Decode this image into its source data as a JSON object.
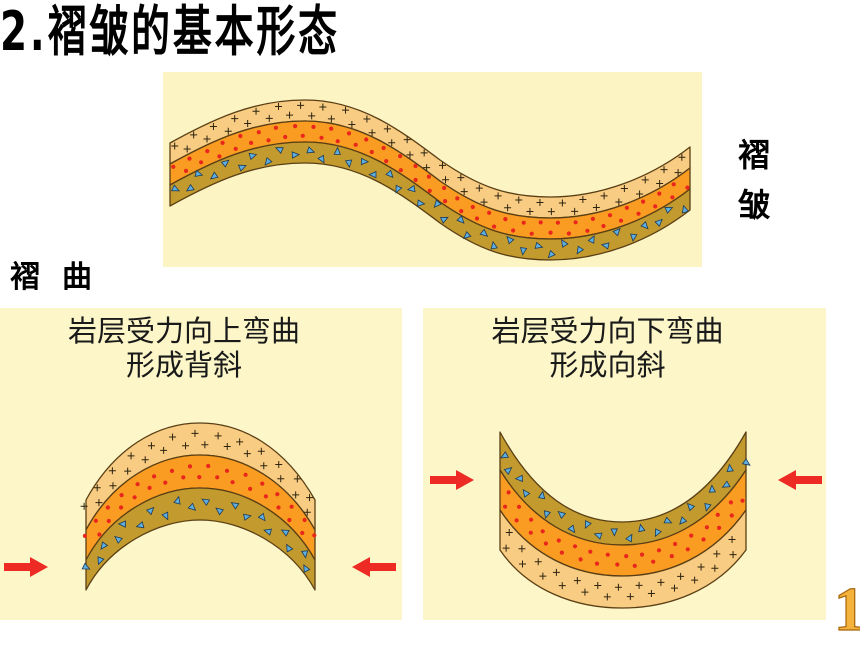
{
  "slide": {
    "title": "2.褶皱的基本形态",
    "side_label": [
      "褶",
      "皱"
    ],
    "section_label": "褶曲",
    "page_number": "1"
  },
  "panels": [
    {
      "caption_line1": "岩层受力向上弯曲",
      "caption_line2": "形成背斜"
    },
    {
      "caption_line1": "岩层受力向下弯曲",
      "caption_line2": "形成向斜"
    }
  ],
  "colors": {
    "panel_background": "#fcf6c8",
    "layer_tan": "#f8cc82",
    "layer_orange": "#fa9b22",
    "layer_olive": "#c39a2e",
    "outline": "#5a3f15",
    "plus_mark": "#2e2410",
    "dot_mark": "#e8261c",
    "triangle_mark": "#5eaee0",
    "triangle_edge": "#1e3a56",
    "arrow": "#ee2a24",
    "page_number": "#f2b23c"
  }
}
